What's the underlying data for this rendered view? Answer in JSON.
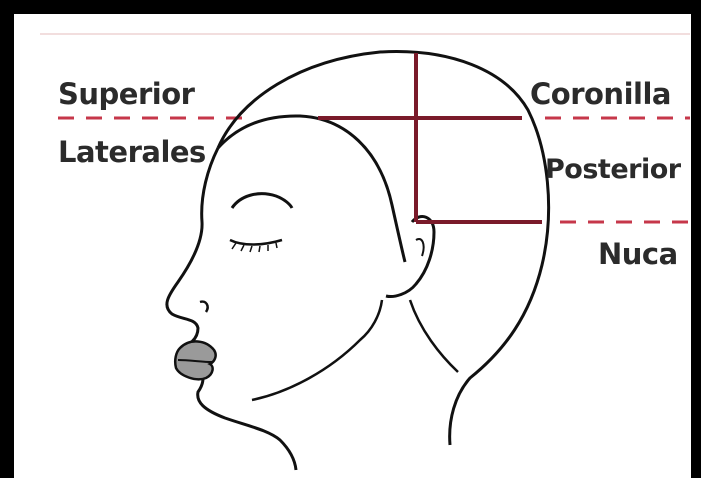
{
  "labels": {
    "superior": "Superior",
    "laterales": "Laterales",
    "coronilla": "Coronilla",
    "posterior": "Posterior",
    "nuca": "Nuca"
  },
  "colors": {
    "background_frame": "#000000",
    "canvas": "#ffffff",
    "outline": "#111111",
    "division_line": "#7a1a2a",
    "dashed_line": "#c6374a",
    "label_text": "#2b2b2b",
    "lips": "#9a9a9a"
  }
}
